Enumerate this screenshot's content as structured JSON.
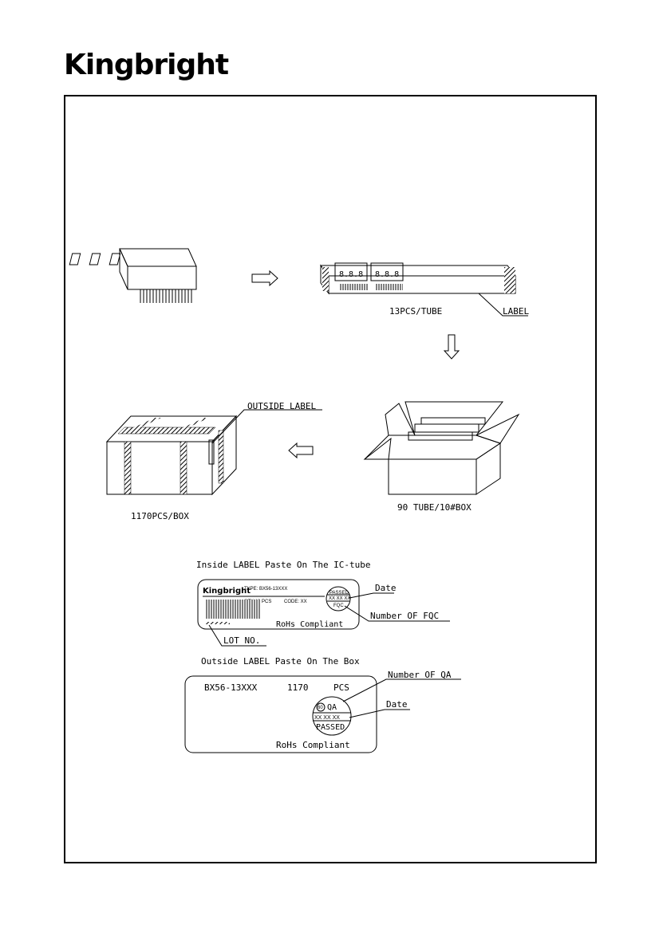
{
  "logo": "Kingbright",
  "labels": {
    "tube": "13PCS/TUBE",
    "label": "LABEL",
    "outside_label": "OUTSIDE LABEL",
    "box_count": "1170PCS/BOX",
    "tube_box": "90 TUBE/10#BOX",
    "inside_title": "Inside LABEL Paste On The IC-tube",
    "outside_title": "Outside LABEL Paste On The Box",
    "date": "Date",
    "number_fqc": "Number OF FQC",
    "lot_no": "LOT NO.",
    "number_qa": "Number OF QA",
    "date2": "Date"
  },
  "inside_label": {
    "brand": "Kingbright",
    "type": "TYPE: BX56-13XXX",
    "qty": "QTY:13 PCS",
    "code": "CODE: XX",
    "stamp_top": "PASSED",
    "stamp_mid": "XX XX XX",
    "stamp_bottom": "FQC",
    "rohs": "RoHs Compliant"
  },
  "outside_label": {
    "part": "BX56-13XXX",
    "qty": "1170",
    "unit": "PCS",
    "stamp_num": "60",
    "stamp_top": "QA",
    "stamp_mid": "XX XX XX",
    "stamp_bottom": "PASSED",
    "rohs": "RoHs Compliant"
  }
}
